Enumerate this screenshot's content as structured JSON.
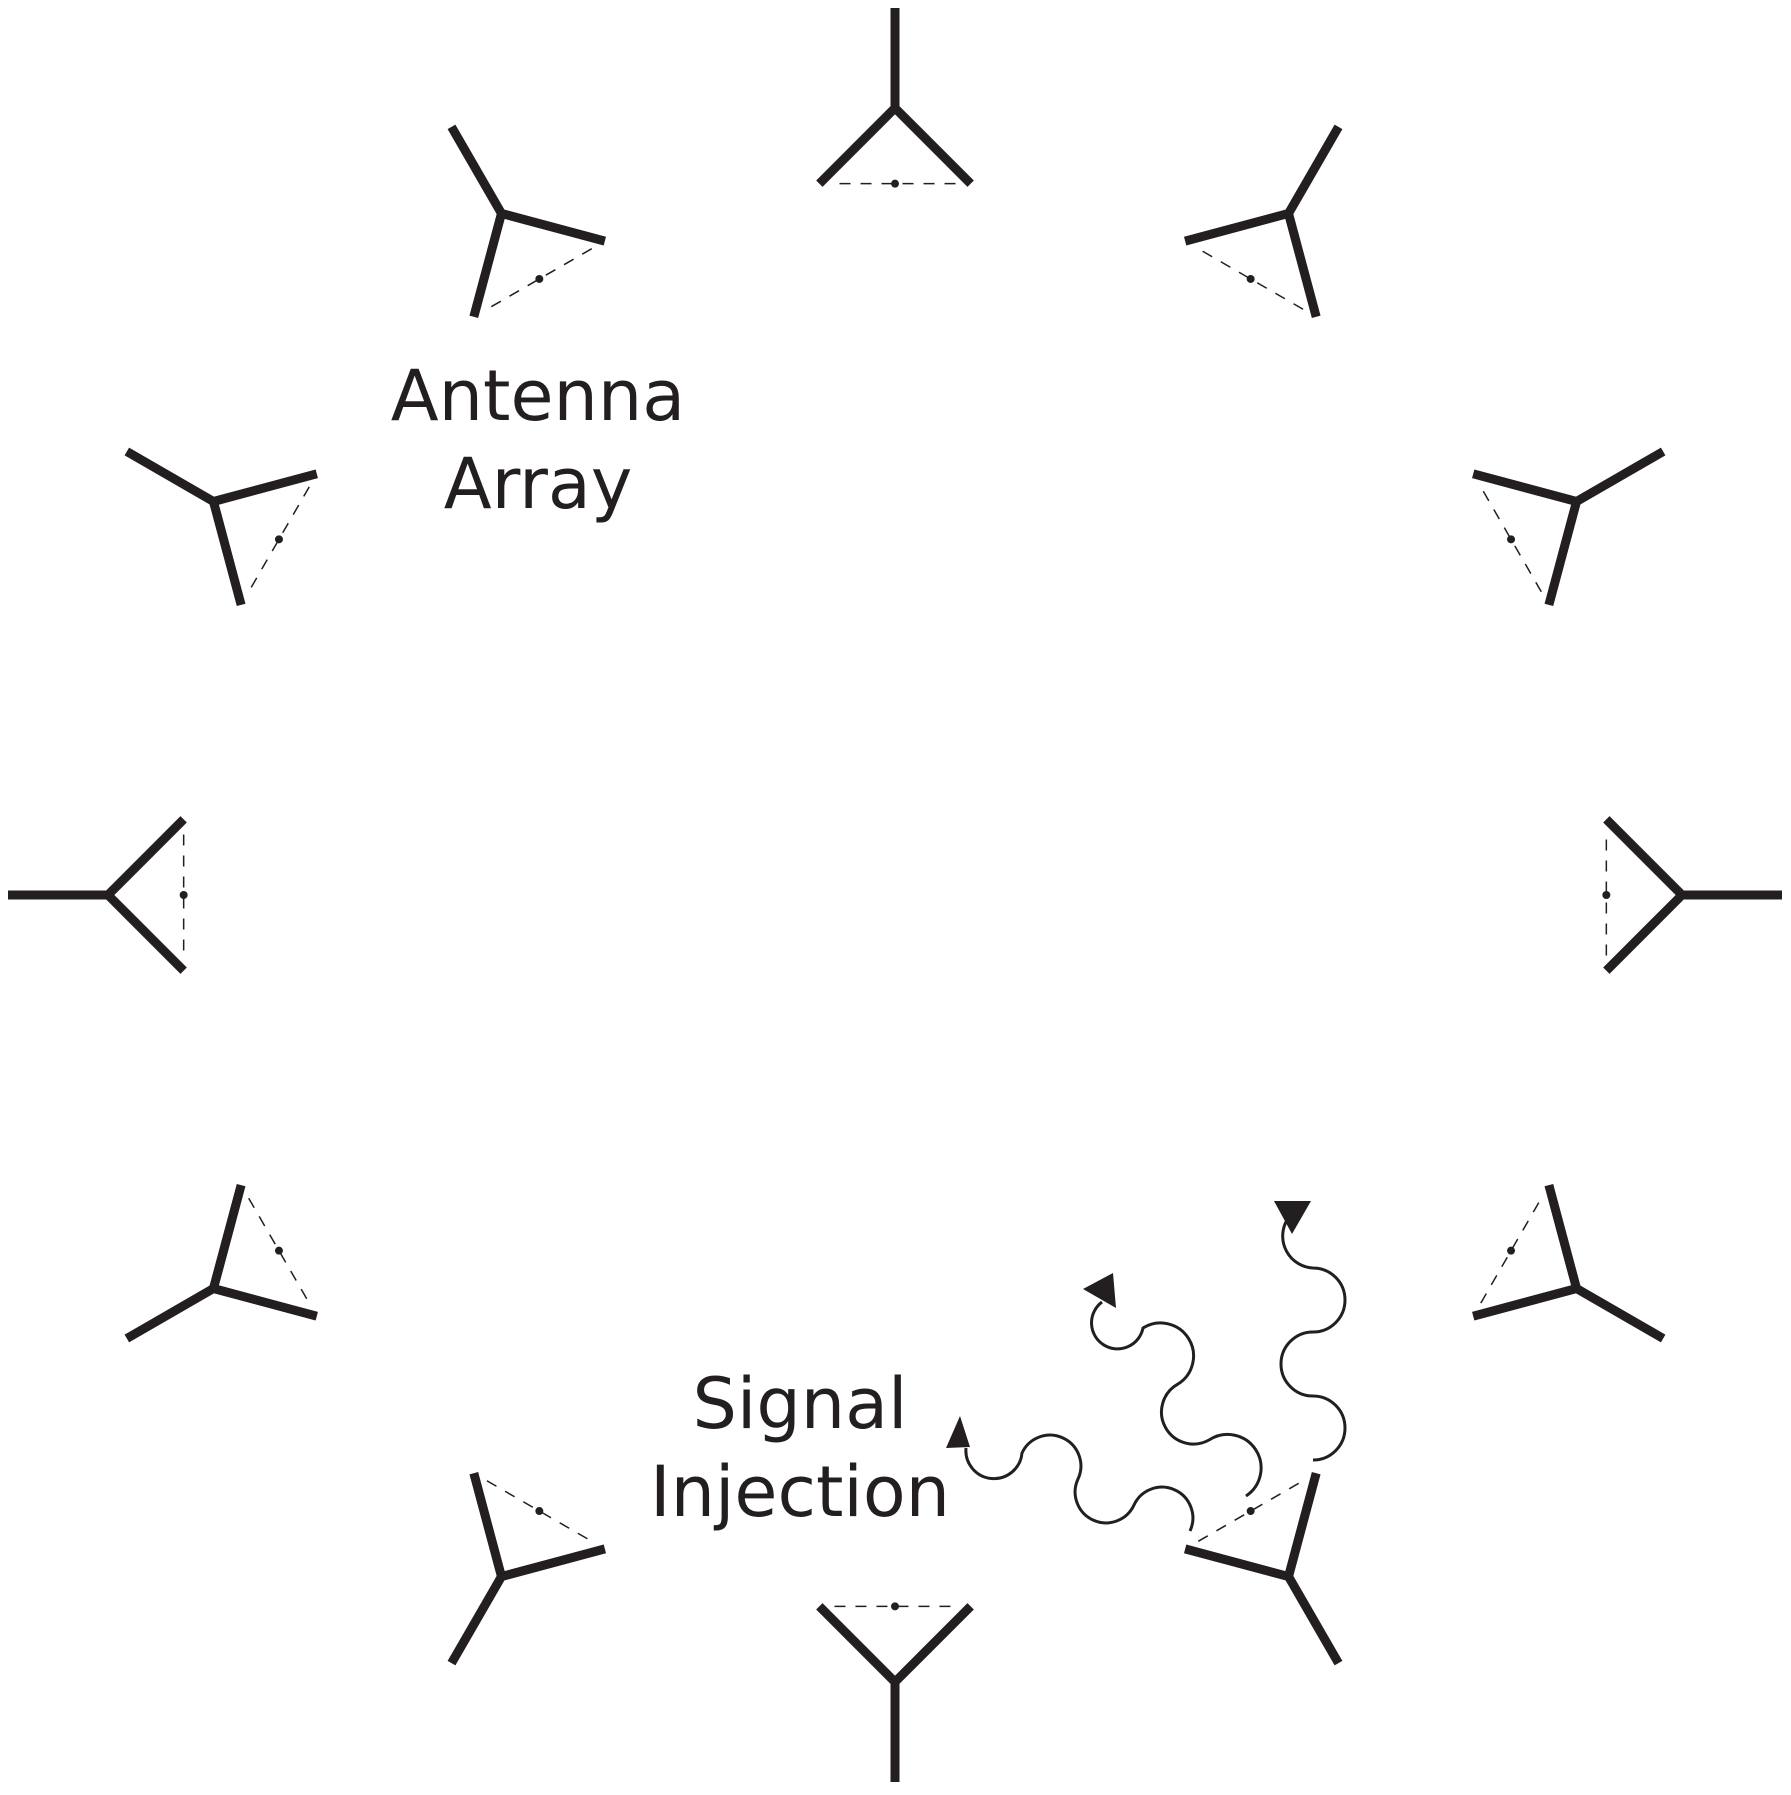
{
  "labels": {
    "antenna_array": [
      "Antenna",
      "Array"
    ],
    "signal_injection": [
      "Signal",
      "Injection"
    ]
  },
  "antennas": [
    {
      "angle_deg": 0
    },
    {
      "angle_deg": 30
    },
    {
      "angle_deg": 60
    },
    {
      "angle_deg": 90
    },
    {
      "angle_deg": 120
    },
    {
      "angle_deg": 150
    },
    {
      "angle_deg": 180
    },
    {
      "angle_deg": 210
    },
    {
      "angle_deg": 240
    },
    {
      "angle_deg": 270
    },
    {
      "angle_deg": 300
    },
    {
      "angle_deg": 330
    }
  ],
  "signal_waves": [
    {
      "name": "wave-left",
      "direction": "toward-bottom-left-label"
    },
    {
      "name": "wave-middle",
      "direction": "up-left"
    },
    {
      "name": "wave-right",
      "direction": "up"
    }
  ],
  "colors": {
    "ink": "#231f20",
    "background": "#ffffff"
  }
}
